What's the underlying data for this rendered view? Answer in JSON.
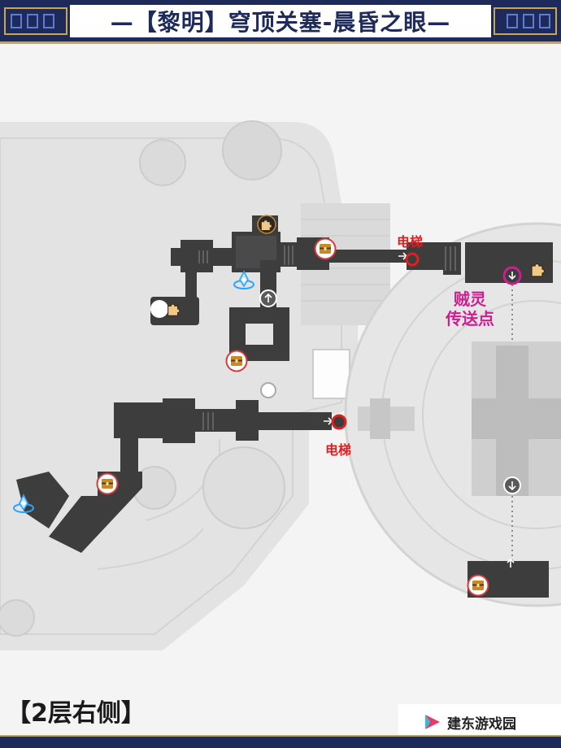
{
  "header": {
    "title": "—【黎明】穹顶关塞-晨昏之眼—"
  },
  "map_labels": {
    "elevator_top": "电梯",
    "elevator_mid": "电梯",
    "teleport_line1": "贼灵",
    "teleport_line2": "传送点"
  },
  "section_label": "【2层右侧】",
  "watermark": {
    "text": "建东游戏园"
  },
  "colors": {
    "header_bg": "#1e2a5a",
    "header_accent": "#c9a64a",
    "path": "#3d3d3d",
    "elevator": "#e02020",
    "teleport": "#cc1f8f",
    "treasure_icon": "#c68a2a",
    "waypoint_icon": "#2aa4ff"
  },
  "legend_icons": [
    "treasure-chest-icon",
    "puzzle-icon",
    "space-anchor-icon",
    "elevator-marker-icon",
    "teleport-marker-icon",
    "arrow-up-icon",
    "arrow-down-icon"
  ]
}
